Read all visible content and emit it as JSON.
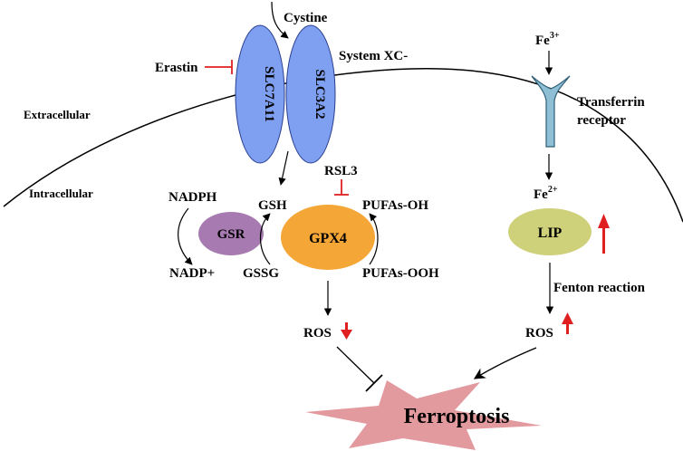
{
  "labels": {
    "cystine": "Cystine",
    "system_xc": "System XC-",
    "erastin": "Erastin",
    "extracellular": "Extracellular",
    "intracellular": "Intracellular",
    "slc7a11": "SLC7A11",
    "slc3a2": "SLC3A2",
    "rsl3": "RSL3",
    "nadph": "NADPH",
    "nadp_plus": "NADP+",
    "gsh": "GSH",
    "gssg": "GSSG",
    "gsr": "GSR",
    "gpx4": "GPX4",
    "pufas_oh": "PUFAs-OH",
    "pufas_ooh": "PUFAs-OOH",
    "ros_left": "ROS",
    "ros_right": "ROS",
    "fe3_base": "Fe",
    "fe3_sup": "3+",
    "fe2_base": "Fe",
    "fe2_sup": "2+",
    "transferrin_line1": "Transferrin",
    "transferrin_line2": "receptor",
    "lip": "LIP",
    "fenton": "Fenton reaction",
    "ferroptosis": "Ferroptosis"
  },
  "colors": {
    "slc": "#7f9ff0",
    "gsr": "#a77ab2",
    "gpx4": "#f4a637",
    "lip": "#cfd07a",
    "receptor": "#8fbfd4",
    "ferroptosis": "#e39a9f",
    "up_arrow": "#e02020",
    "down_arrow": "#e02020",
    "inhibitor": "#e02020",
    "region_label": "#b22222",
    "drug_label": "#2222cc"
  }
}
